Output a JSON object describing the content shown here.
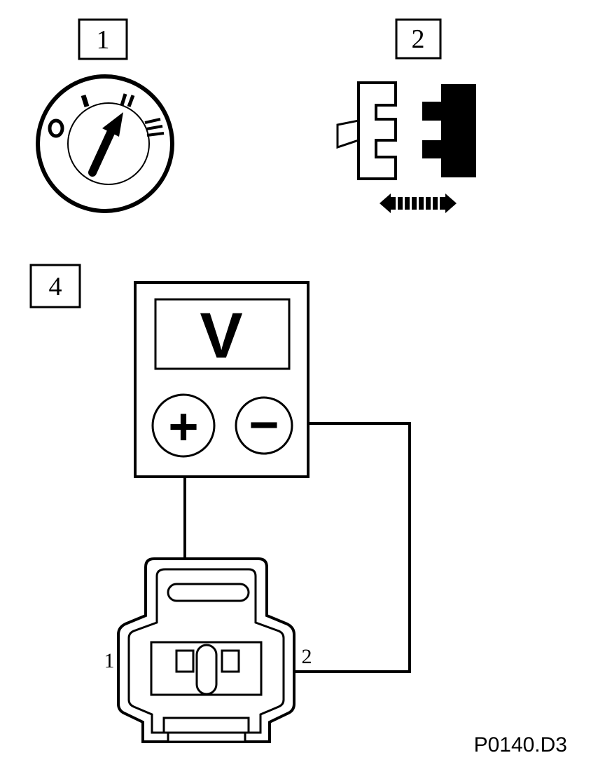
{
  "steps": [
    {
      "label": "1"
    },
    {
      "label": "2"
    },
    {
      "label": "4"
    }
  ],
  "ignition_switch": {
    "positions": [
      "0",
      "I",
      "II",
      "III"
    ],
    "pointer_position": "II"
  },
  "voltmeter": {
    "display": "V",
    "terminals": [
      "+",
      "−"
    ]
  },
  "connector": {
    "pins": [
      "1",
      "2"
    ]
  },
  "figure_code": "P0140.D3",
  "colors": {
    "ink": "#000000",
    "paper": "#ffffff"
  }
}
